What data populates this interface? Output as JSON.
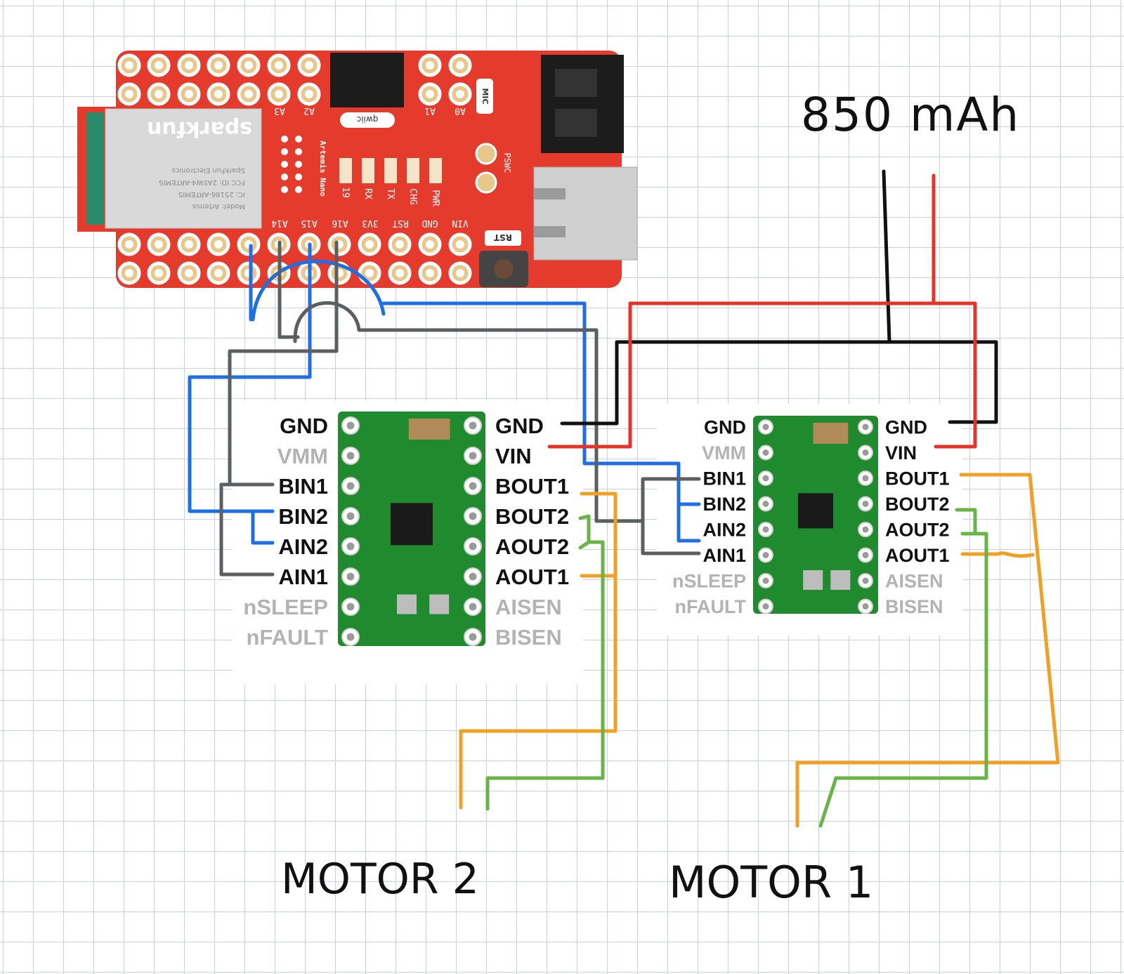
{
  "battery_label": "850 mAh",
  "motor2_label": "MOTOR 2",
  "motor1_label": "MOTOR 1",
  "board": {
    "logo": "sparkfun",
    "top_pins": [
      "A3",
      "A2",
      "A1",
      "A0"
    ],
    "bottom_pins": [
      "A14",
      "A15",
      "A16",
      "3V3",
      "RST",
      "GND",
      "VIN"
    ],
    "leds": [
      "19",
      "RX",
      "TX",
      "CHG",
      "PWR"
    ],
    "qwiic": "qwiic",
    "mic": "MIC",
    "pswc": "PSWC",
    "rst": "RST",
    "name": "Artemis Nano",
    "module_lines": [
      "Model: Artemis",
      "IC: 25186-ARTEMIS",
      "FCC ID: 2ASW4-ARTEMIS",
      "SparkFun Electronics"
    ]
  },
  "driver_left": {
    "left_pins": [
      {
        "label": "GND",
        "active": true
      },
      {
        "label": "VMM",
        "active": false
      },
      {
        "label": "BIN1",
        "active": true
      },
      {
        "label": "BIN2",
        "active": true
      },
      {
        "label": "AIN2",
        "active": true
      },
      {
        "label": "AIN1",
        "active": true
      },
      {
        "label": "nSLEEP",
        "active": false
      },
      {
        "label": "nFAULT",
        "active": false
      }
    ],
    "right_pins": [
      {
        "label": "GND",
        "active": true
      },
      {
        "label": "VIN",
        "active": true
      },
      {
        "label": "BOUT1",
        "active": true
      },
      {
        "label": "BOUT2",
        "active": true
      },
      {
        "label": "AOUT2",
        "active": true
      },
      {
        "label": "AOUT1",
        "active": true
      },
      {
        "label": "AISEN",
        "active": false
      },
      {
        "label": "BISEN",
        "active": false
      }
    ]
  },
  "driver_right": {
    "left_pins": [
      {
        "label": "GND",
        "active": true
      },
      {
        "label": "VMM",
        "active": false
      },
      {
        "label": "BIN1",
        "active": true
      },
      {
        "label": "BIN2",
        "active": true
      },
      {
        "label": "AIN2",
        "active": true
      },
      {
        "label": "AIN1",
        "active": true
      },
      {
        "label": "nSLEEP",
        "active": false
      },
      {
        "label": "nFAULT",
        "active": false
      }
    ],
    "right_pins": [
      {
        "label": "GND",
        "active": true
      },
      {
        "label": "VIN",
        "active": true
      },
      {
        "label": "BOUT1",
        "active": true
      },
      {
        "label": "BOUT2",
        "active": true
      },
      {
        "label": "AOUT2",
        "active": true
      },
      {
        "label": "AOUT1",
        "active": true
      },
      {
        "label": "AISEN",
        "active": false
      },
      {
        "label": "BISEN",
        "active": false
      }
    ]
  },
  "colors": {
    "board_red": "#e43b2c",
    "pcb_green": "#1f8a2e",
    "wire_blue": "#1e6ee6",
    "wire_gray": "#5c5f61",
    "wire_black": "#111111",
    "wire_red": "#e5332a",
    "wire_orange": "#f2a024",
    "wire_green": "#67b545"
  }
}
